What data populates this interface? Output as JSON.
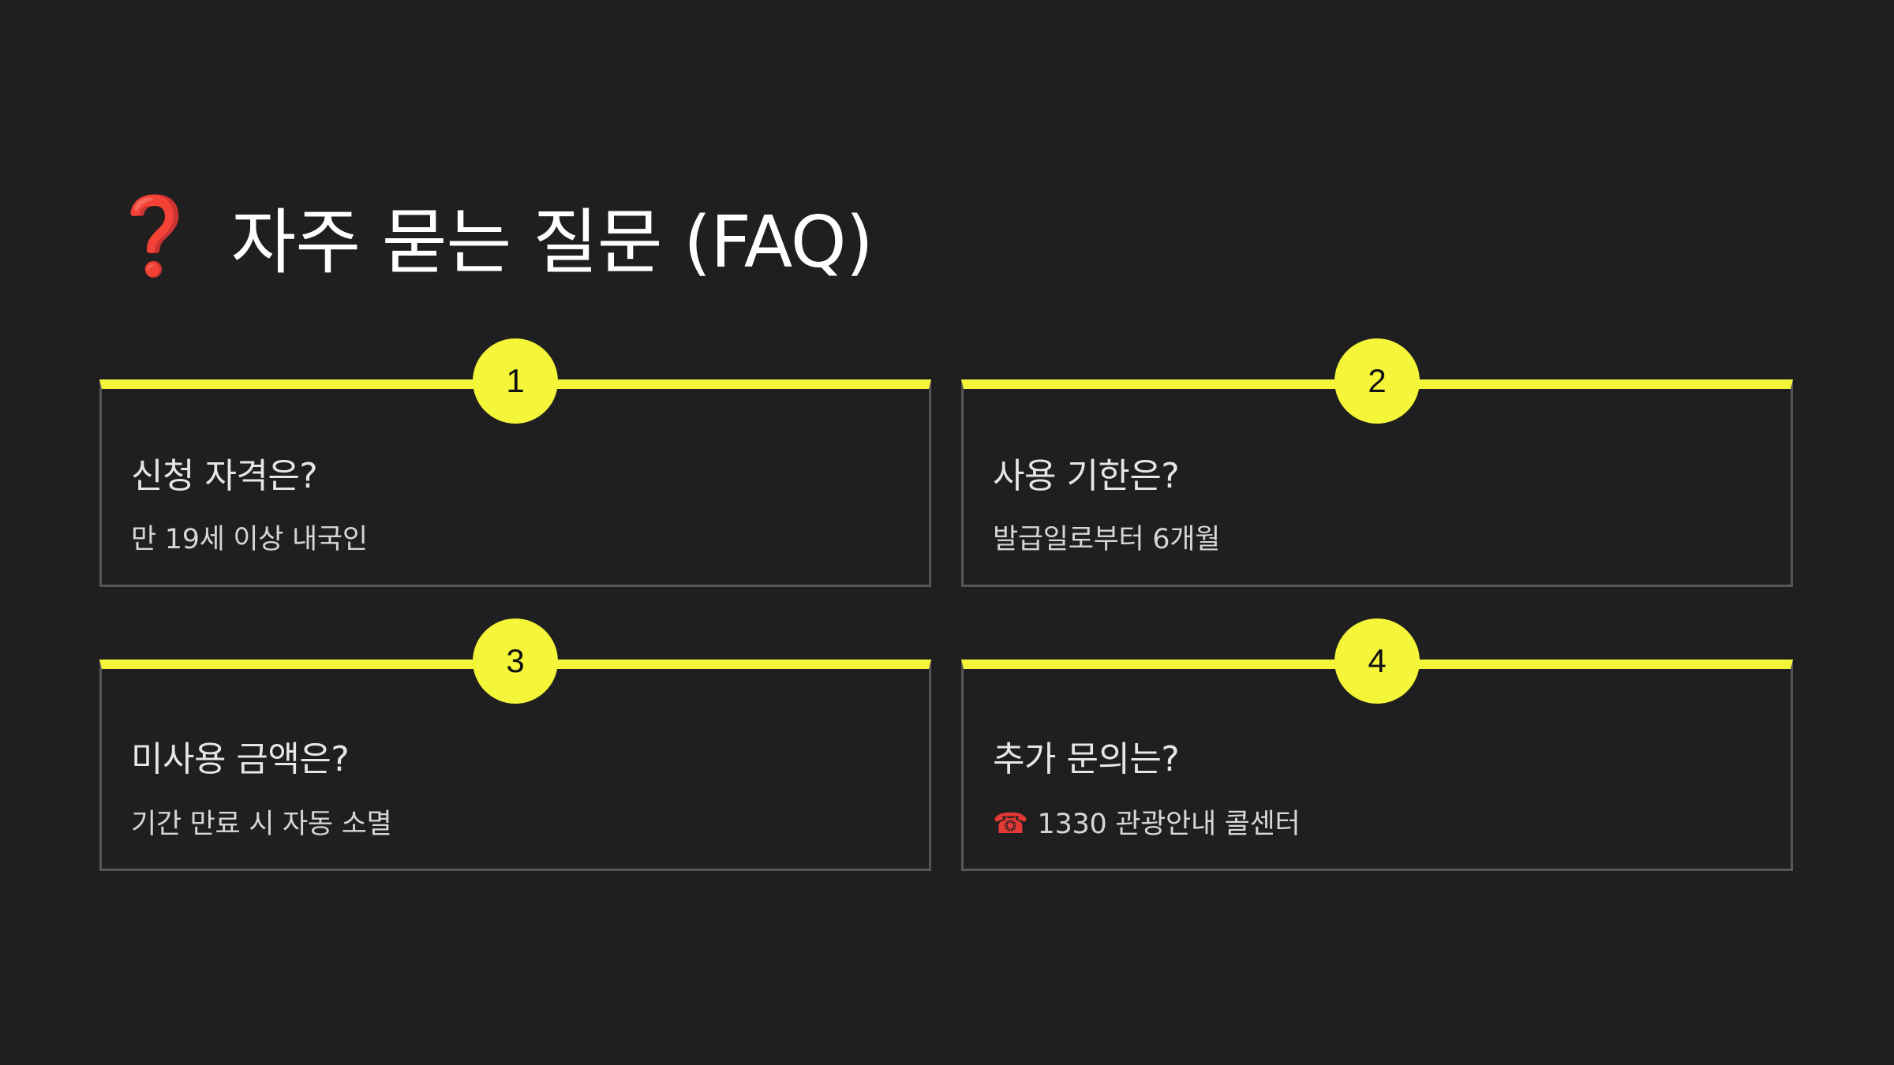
{
  "header": {
    "icon": "question-mark-icon",
    "icon_glyph": "❓",
    "title": "자주 묻는 질문 (FAQ)"
  },
  "colors": {
    "background": "#1f1f1f",
    "accent": "#f5f53a",
    "card_border": "#555555",
    "icon_red": "#e53935"
  },
  "faq": [
    {
      "number": "1",
      "question": "신청 자격은?",
      "answer": "만 19세 이상 내국인"
    },
    {
      "number": "2",
      "question": "사용 기한은?",
      "answer": "발급일로부터 6개월"
    },
    {
      "number": "3",
      "question": "미사용 금액은?",
      "answer": "기간 만료 시 자동 소멸"
    },
    {
      "number": "4",
      "question": "추가 문의는?",
      "answer_icon": "telephone-icon",
      "answer_icon_glyph": "☎",
      "answer": "1330 관광안내 콜센터"
    }
  ]
}
